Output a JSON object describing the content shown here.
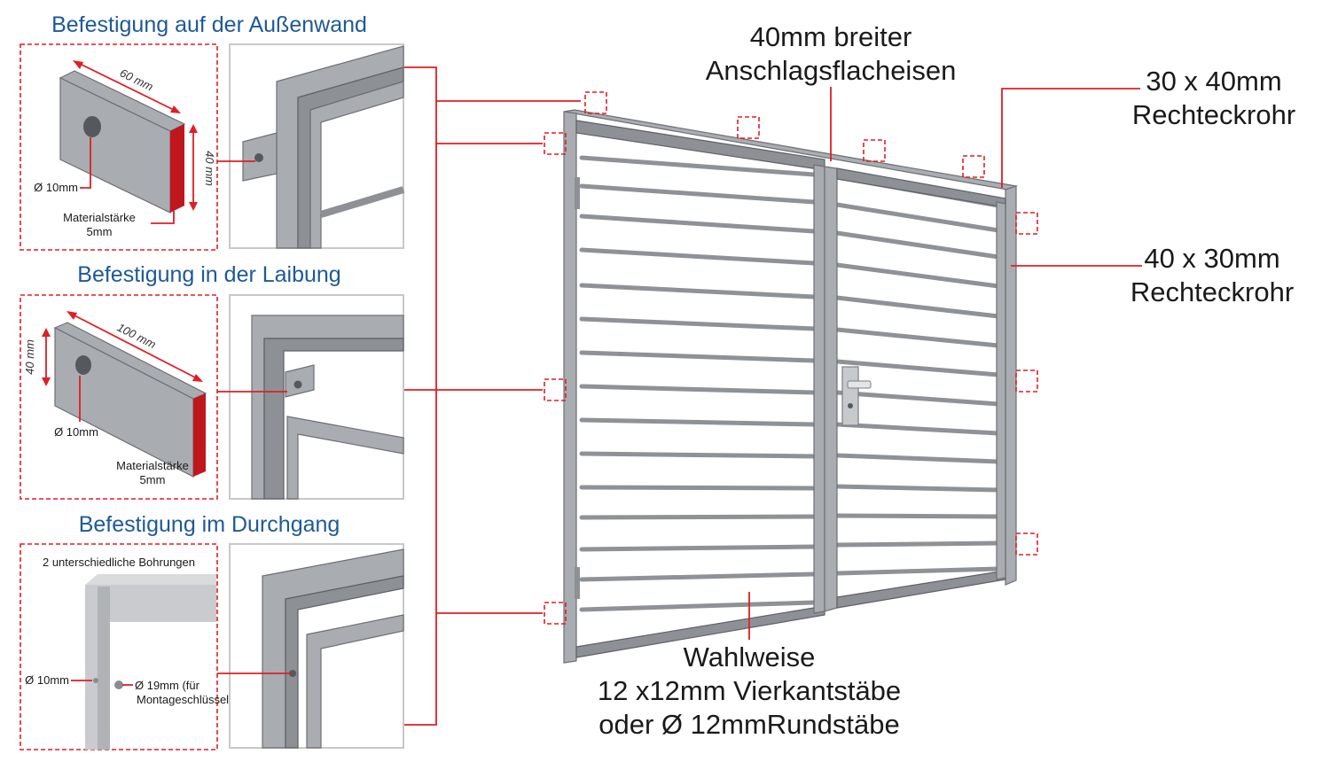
{
  "sections": [
    {
      "title": "Befestigung auf der Außenwand",
      "length_label": "60 mm",
      "height_label": "40 mm",
      "hole_label": "Ø 10mm",
      "thickness_label_1": "Materialstärke",
      "thickness_label_2": "5mm"
    },
    {
      "title": "Befestigung in der Laibung",
      "length_label": "100 mm",
      "height_label": "40 mm",
      "hole_label": "Ø 10mm",
      "thickness_label_1": "Materialstärke",
      "thickness_label_2": "5mm"
    },
    {
      "title": "Befestigung im Durchgang",
      "drill_title": "2 unterschiedliche Bohrungen",
      "hole_small_label": "Ø 10mm",
      "hole_large_label_1": "Ø 19mm (für",
      "hole_large_label_2": "Montageschlüssel)"
    }
  ],
  "callouts": {
    "flat_bar": [
      "40mm breiter",
      "Anschlagsflacheisen"
    ],
    "tube_top": [
      "30 x 40mm",
      "Rechteckrohr"
    ],
    "tube_side": [
      "40 x 30mm",
      "Rechteckrohr"
    ],
    "bars": [
      "Wahlweise",
      "12 x12mm Vierkantstäbe",
      "oder Ø 12mmRundstäbe"
    ]
  },
  "colors": {
    "accent_red": "#e01e24",
    "title_blue": "#1e5a96",
    "steel": "#a9adb1"
  }
}
